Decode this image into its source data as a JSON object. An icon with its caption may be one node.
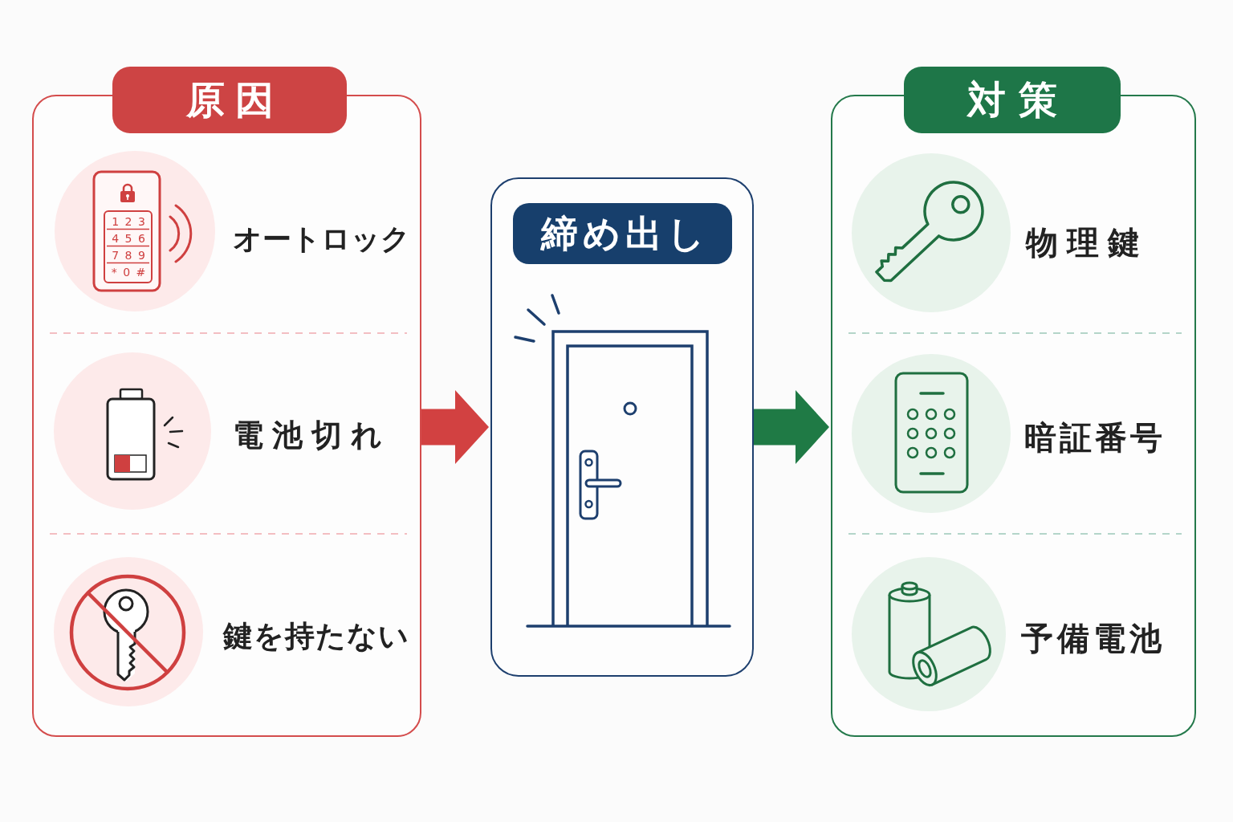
{
  "diagram": {
    "nodes": [
      {
        "text": [
          "原因"
        ]
      },
      {
        "text": [
          "オートロック"
        ],
        "in": 0
      },
      {
        "text": [
          "電池切れ"
        ],
        "in": 0
      },
      {
        "text": [
          "鍵を持たない"
        ],
        "in": 0
      },
      {
        "text": [
          "締め出し"
        ]
      },
      {
        "text": [
          "対策"
        ]
      },
      {
        "text": [
          "物理鍵"
        ],
        "in": 5
      },
      {
        "text": [
          "暗証番号"
        ],
        "in": 5
      },
      {
        "text": [
          "予備電池"
        ],
        "in": 5
      }
    ],
    "edges": [
      {
        "from": 0,
        "to": 4,
        "arrow": "to",
        "color": "#d24141"
      },
      {
        "from": 4,
        "to": 5,
        "arrow": "to",
        "color": "#1f7a45"
      }
    ],
    "labels": [
      "1 2 3",
      "4 5 6",
      "7 8 9",
      "* 0 #"
    ]
  }
}
